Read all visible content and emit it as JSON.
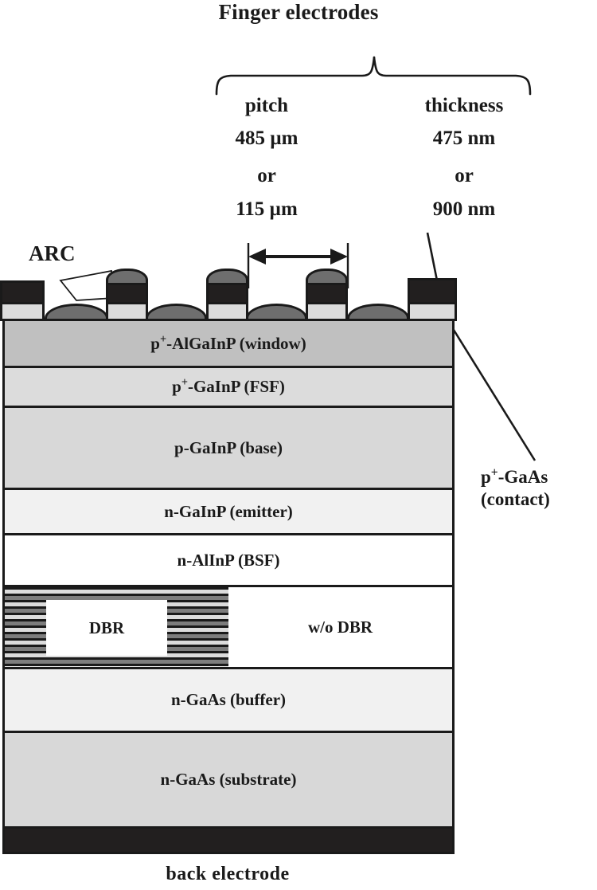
{
  "figure": {
    "title": "Finger electrodes",
    "bottom_label": "back  electrode",
    "arc_label": "ARC"
  },
  "brace": {
    "left_column": {
      "head": "pitch",
      "value_1": "485 µm",
      "separator": "or",
      "value_2": "115 µm"
    },
    "right_column": {
      "head": "thickness",
      "value_1": "475 nm",
      "separator": "or",
      "value_2": "900 nm"
    }
  },
  "side_annotation": {
    "line_1_pre": "p",
    "line_1_sup": "+",
    "line_1_post": "-GaAs",
    "line_2": "(contact)"
  },
  "layers": [
    {
      "id": "window",
      "pre": "p",
      "sup": "+",
      "post": "-AlGaInP (window)",
      "color": "#c0c0c0",
      "height": 59
    },
    {
      "id": "fsf",
      "pre": "p",
      "sup": "+",
      "post": "-GaInP (FSF)",
      "color": "#dcdcdc",
      "height": 50
    },
    {
      "id": "base",
      "pre": "",
      "sup": "",
      "post": "p-GaInP (base)",
      "color": "#d8d8d8",
      "height": 103
    },
    {
      "id": "emitter",
      "pre": "",
      "sup": "",
      "post": "n-GaInP (emitter)",
      "color": "#f1f1f1",
      "height": 57
    },
    {
      "id": "bsf",
      "pre": "",
      "sup": "",
      "post": "n-AlInP (BSF)",
      "color": "#ffffff",
      "height": 65
    },
    {
      "id": "buffer",
      "pre": "",
      "sup": "",
      "post": "n-GaAs (buffer)",
      "color": "#f1f1f1",
      "height": 80
    },
    {
      "id": "substrate",
      "pre": "",
      "sup": "",
      "post": "n-GaAs (substrate)",
      "color": "#d8d8d8",
      "height": 120
    }
  ],
  "dbr_row": {
    "left_label": "DBR",
    "right_label": "w/o DBR",
    "height": 103
  },
  "back_electrode": {
    "color": "#221f1f",
    "height": 35
  },
  "colors": {
    "outline": "#1a1a1a",
    "electrode_metal": "#221f1f",
    "electrode_cap": "#6e6e6e",
    "contact_pad": "#dcdcdc",
    "arc_dome": "#6e6e6e",
    "background": "#ffffff"
  }
}
